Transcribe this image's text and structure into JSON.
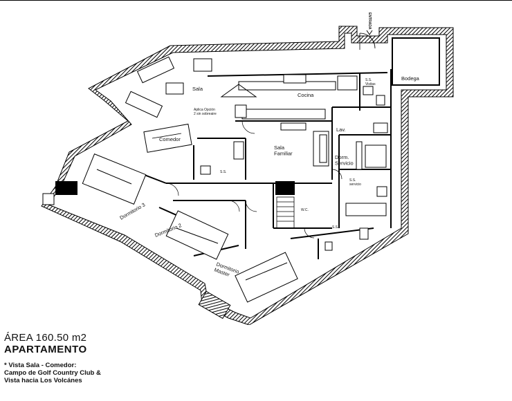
{
  "plan": {
    "labels": {
      "entrada": "ENTRADA",
      "bodega": "Bodega",
      "ss_visitas": "S.S.\nVisitas",
      "cocina": "Cocina",
      "sala": "Sala",
      "aplica_opcion": "Aplica Opción\n2 sin sobreaire",
      "comedor": "Comedor",
      "lav": "Lav.",
      "sala_familiar": "Sala\nFamiliar",
      "dorm_servicio": "Dorm.\nServicio",
      "ss_servicio": "S.S.\nservicio",
      "ss_small": "S.S.",
      "wc": "W.C.",
      "ss_master": "S.S.",
      "dormitorio3": "Dormitorio 3",
      "dormitorio2": "Dormitorio 2",
      "dormitorio_master": "Dormitorio\nMaster"
    }
  },
  "info": {
    "area": "ÁREA 160.50 m2",
    "title": "APARTAMENTO",
    "note": "* Vista Sala - Comedor:\nCampo de Golf Country Club &\nVista hacia Los Volcánes"
  }
}
